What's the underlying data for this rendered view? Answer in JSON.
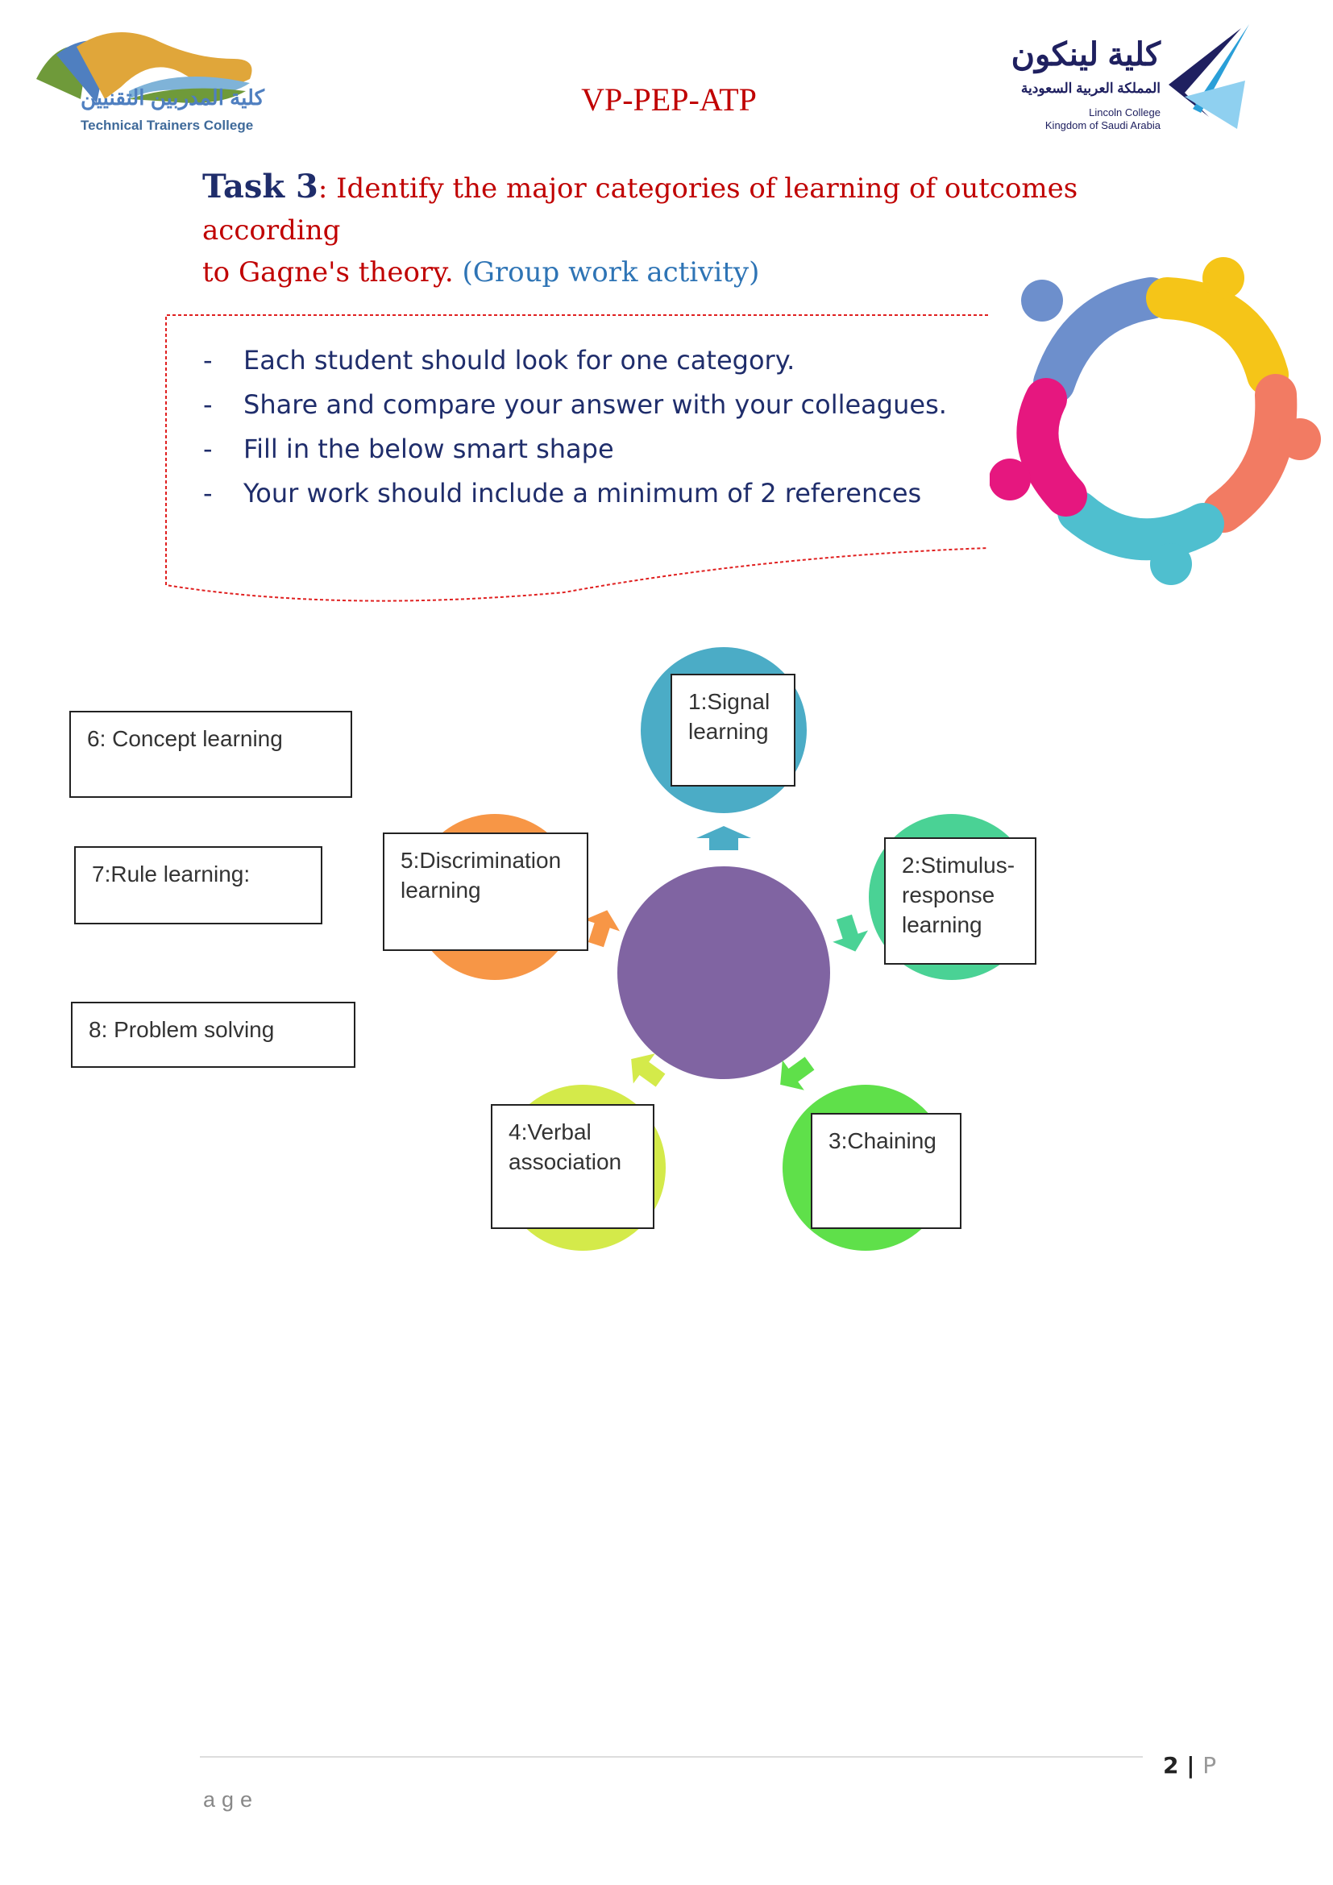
{
  "header": {
    "left_logo": {
      "arabic": "كلية المدربين التقنيين",
      "english": "Technical Trainers College"
    },
    "title": "VP-PEP-ATP",
    "right_logo": {
      "arabic_name": "كلية لينكون",
      "arabic_country": "المملكة العربية السعودية",
      "english_name": "Lincoln College",
      "english_country": "Kingdom of Saudi Arabia"
    }
  },
  "task": {
    "label": "Task 3",
    "separator": ": ",
    "text_line1": "Identify the major categories of learning of outcomes according",
    "text_line2": "to Gagne's theory. ",
    "group_note": "(Group work activity)"
  },
  "instructions": [
    "Each student should look for one category.",
    "Share and compare your answer with your colleagues.",
    "Fill in the below smart shape",
    "Your work should include a minimum of 2 references"
  ],
  "bullet_marker": "-",
  "diagram": {
    "colors": {
      "center": "#8064a2",
      "signal": "#4bacc6",
      "stimulus": "#4ad295",
      "chaining": "#5fe04a",
      "verbal": "#d4ea4a",
      "discrimination": "#f79646"
    },
    "nodes": [
      {
        "label_line1": "1:Signal",
        "label_line2": "learning"
      },
      {
        "label_line1": "2:Stimulus-",
        "label_line2": "response",
        "label_line3": "learning"
      },
      {
        "label_line1": "3:Chaining"
      },
      {
        "label_line1": "4:Verbal",
        "label_line2": "association"
      },
      {
        "label_line1": "5:Discrimination",
        "label_line2": "learning"
      }
    ],
    "extra_boxes": [
      "6: Concept learning",
      "7:Rule learning:",
      "8: Problem solving"
    ]
  },
  "footer": {
    "page_number": "2",
    "separator": " | ",
    "p": "P",
    "age": "age"
  }
}
